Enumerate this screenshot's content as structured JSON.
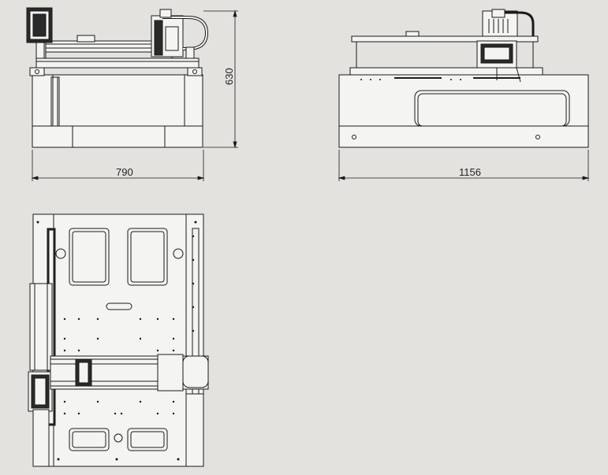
{
  "colors": {
    "background": "#e4e2df",
    "line": "#1a1a1a",
    "light_fill": "#f4f4f2",
    "dark_fill": "#2a2a2a"
  },
  "dimensions": {
    "front_width": "790",
    "front_height": "630",
    "side_width": "1156"
  }
}
